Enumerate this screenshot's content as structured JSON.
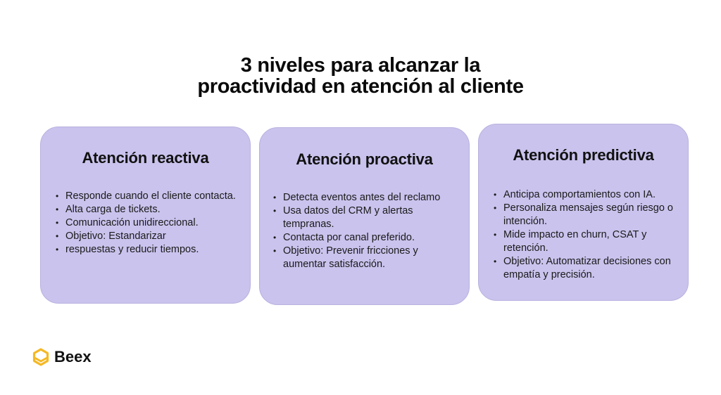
{
  "title": {
    "line1": "3 niveles para alcanzar la",
    "line2": "proactividad en atención al cliente"
  },
  "cards": [
    {
      "heading": "Atención reactiva",
      "items": [
        "Responde cuando el cliente contacta.",
        "Alta carga de tickets.",
        "Comunicación unidireccional.",
        "Objetivo: Estandarizar",
        "respuestas y reducir tiempos."
      ]
    },
    {
      "heading": "Atención proactiva",
      "items": [
        "Detecta eventos antes del reclamo",
        "Usa datos del CRM y alertas tempranas.",
        "Contacta por canal preferido.",
        "Objetivo: Prevenir fricciones y aumentar satisfacción."
      ]
    },
    {
      "heading": "Atención predictiva",
      "items": [
        "Anticipa comportamientos con IA.",
        "Personaliza mensajes según riesgo o intención.",
        "Mide impacto en churn, CSAT y retención.",
        "Objetivo: Automatizar decisiones con empatía y precisión."
      ]
    }
  ],
  "logo": {
    "icon": "hexagon-logo-icon",
    "text": "Beex",
    "color": "#f5b823"
  },
  "colors": {
    "card_bg": "#c9c3ed",
    "background": "#ffffff"
  }
}
